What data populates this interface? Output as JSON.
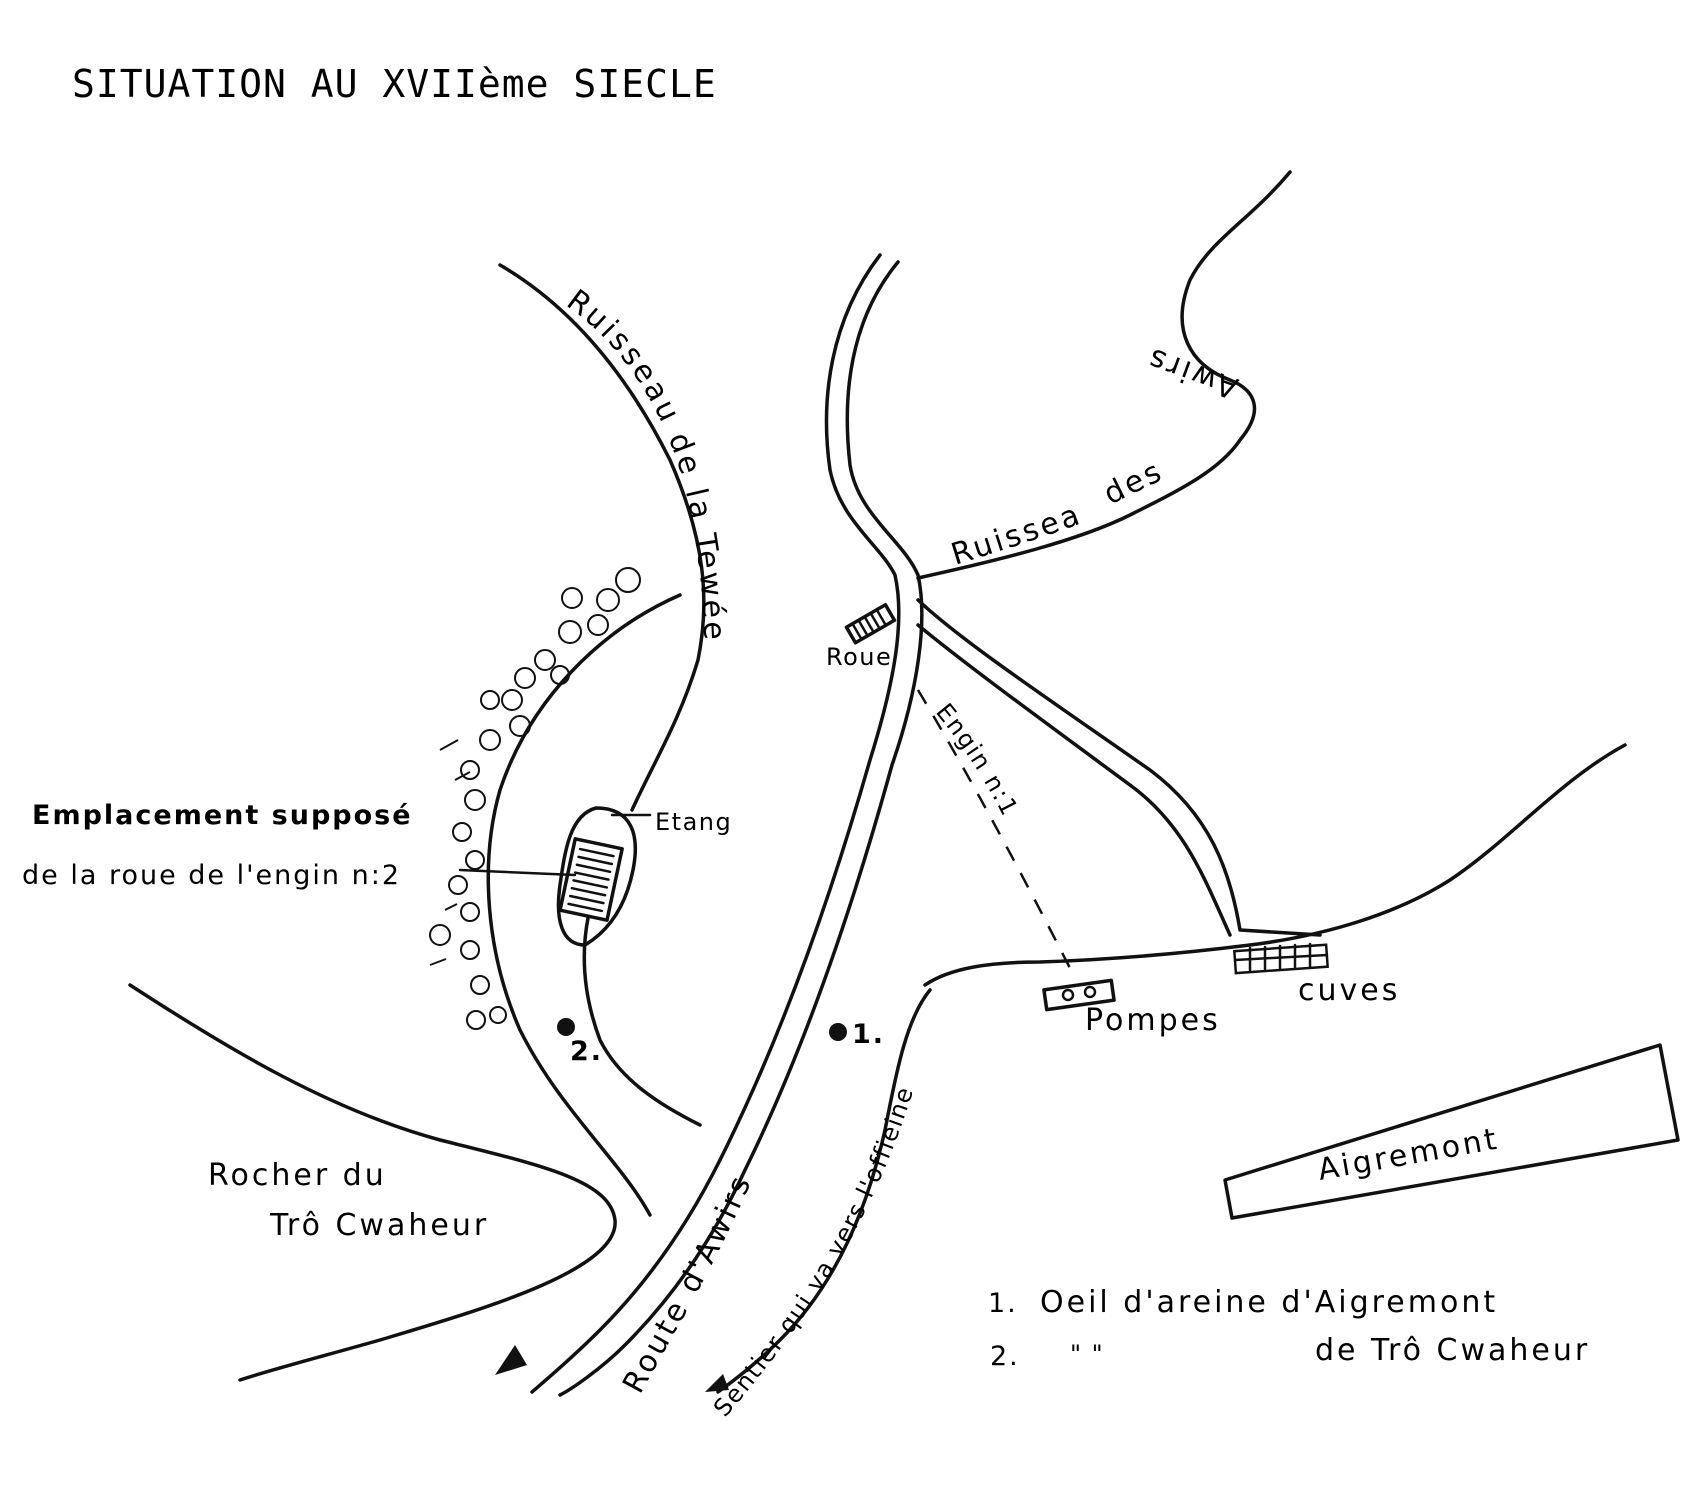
{
  "map": {
    "title": "SITUATION AU XVIIème SIECLE",
    "streams": {
      "tewee": "Ruisseau de la Tewée",
      "awirs_1": "Ruisseau",
      "awirs_2": "des",
      "awirs_3": "Awirs"
    },
    "roads": {
      "route": "Route d'Awirs",
      "sentier": "Sentier qui va vers l'offieine"
    },
    "features": {
      "roue": "Roue",
      "engin": "Engin n:1",
      "etang": "Etang",
      "pompes": "Pompes",
      "cuves": "cuves",
      "aigremont": "Aigremont",
      "rocher_1": "Rocher du",
      "rocher_2": "Trô Cwaheur",
      "emplacement_1": "Emplacement supposé",
      "emplacement_2": "de la roue de l'engin n:2",
      "mark_1": "1.",
      "mark_2": "2."
    },
    "legend": {
      "item1_num": "1.",
      "item1_text": "Oeil d'areine d'Aigremont",
      "item2_num": "2.",
      "item2_ditto": "\"          \"",
      "item2_text": "de Trô Cwaheur"
    }
  }
}
